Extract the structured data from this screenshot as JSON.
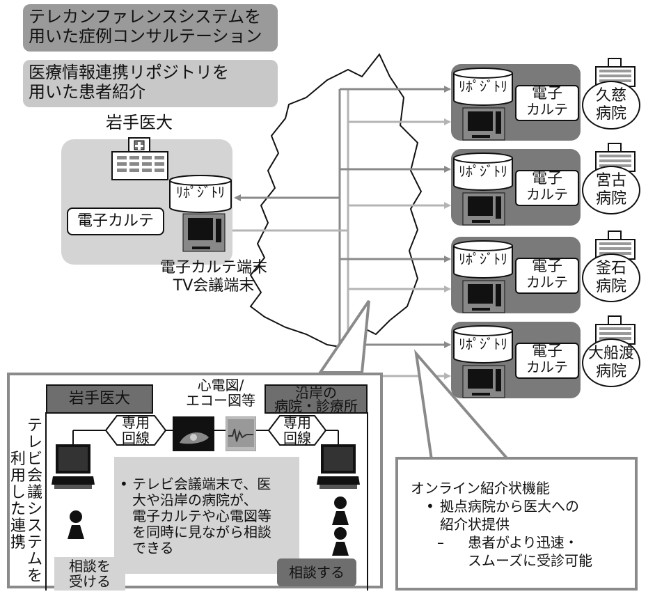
{
  "legend": {
    "telecon_line1": "テレカンファレンスシステムを",
    "telecon_line2": "用いた症例コンサルテーション",
    "repo_line1": "医療情報連携リポジトリを",
    "repo_line2": "用いた患者紹介"
  },
  "iwate": {
    "title": "岩手医大",
    "repository_label": "ﾘﾎﾟｼﾞﾄﾘ",
    "emr_label": "電子カルテ",
    "terminal_line1": "電子カルテ端末",
    "terminal_line2": "TV会議端末"
  },
  "hospitals": [
    {
      "repository_label": "ﾘﾎﾟｼﾞﾄﾘ",
      "emr_line1": "電子",
      "emr_line2": "カルテ",
      "name_line1": "久慈",
      "name_line2": "病院"
    },
    {
      "repository_label": "ﾘﾎﾟｼﾞﾄﾘ",
      "emr_line1": "電子",
      "emr_line2": "カルテ",
      "name_line1": "宮古",
      "name_line2": "病院"
    },
    {
      "repository_label": "ﾘﾎﾟｼﾞﾄﾘ",
      "emr_line1": "電子",
      "emr_line2": "カルテ",
      "name_line1": "釜石",
      "name_line2": "病院"
    },
    {
      "repository_label": "ﾘﾎﾟｼﾞﾄﾘ",
      "emr_line1": "電子",
      "emr_line2": "カルテ",
      "name_line1": "大船渡",
      "name_line2": "病院"
    }
  ],
  "consult_panel": {
    "vertical_label_col1": [
      "テ",
      "レ",
      "ビ",
      "会",
      "議",
      "シ",
      "ス",
      "テ",
      "ム",
      "を"
    ],
    "vertical_label_col2": [
      "利",
      "用",
      "し",
      "た",
      "連",
      "携"
    ],
    "left_title": "岩手医大",
    "right_title_line1": "沿岸の",
    "right_title_line2": "病院・診療所",
    "dedicated_line_1": "専用",
    "dedicated_line_2": "回線",
    "ecg_line1": "心電図/",
    "ecg_line2": "エコー図等",
    "bullet_mark": "•",
    "bullet_line1": "テレビ会議端末で、医",
    "bullet_line2": "大や沿岸の病院が、",
    "bullet_line3": "電子カルテや心電図等",
    "bullet_line4": "を同時に見ながら相談",
    "bullet_line5": "できる",
    "receive_line1": "相談を",
    "receive_line2": "受ける",
    "consult_label": "相談する"
  },
  "online_panel": {
    "title": "オンライン紹介状機能",
    "bullet_mark": "•",
    "bullet_line1": "拠点病院から医大への",
    "bullet_line2": "紹介状提供",
    "dash_mark": "–",
    "sub_line1": "患者がより迅速・",
    "sub_line2": "スムーズに受診可能"
  },
  "colors": {
    "dark_gray": "#7a7a7a",
    "mid_gray": "#9a9a9a",
    "light_gray": "#d4d4d4",
    "arrow_dark": "#8a8a8a",
    "arrow_light": "#b4b4b4"
  },
  "icons": [
    "hospital-building-icon",
    "database-cylinder-icon",
    "tv-monitor-icon",
    "laptop-icon",
    "person-icon",
    "ultrasound-image-icon",
    "ecg-image-icon"
  ]
}
